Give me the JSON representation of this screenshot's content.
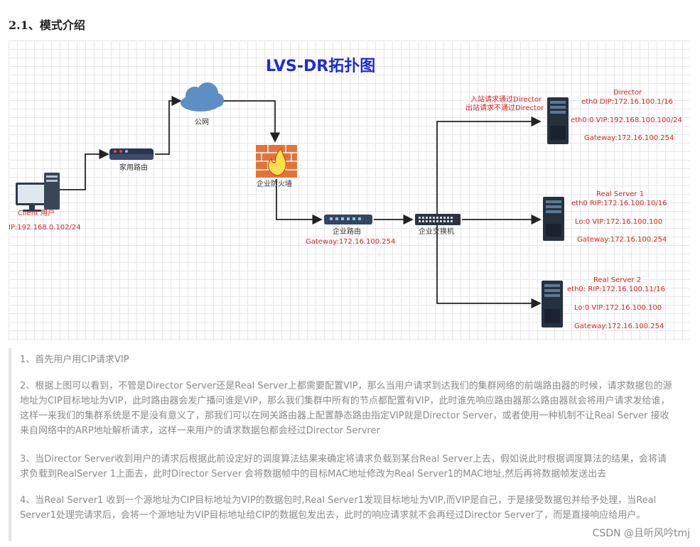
{
  "section": {
    "title": "2.1、模式介绍"
  },
  "diagram": {
    "title": "LVS-DR拓扑图",
    "client": {
      "name": "Client 用户",
      "ip": "IP:192.168.0.102/24"
    },
    "home_router": "家用路由",
    "internet": "公网",
    "firewall": "企业防火墙",
    "corp_router": {
      "name": "企业路由",
      "gateway": "Gateway:172.16.100.254"
    },
    "switch": "企业交换机",
    "director": {
      "note1": "入站请求通过Director",
      "note2": "出站请求不通过Director",
      "name": "Director",
      "eth0": "eth0   DIP:172.16.100.1/16",
      "eth00": "eth0:0     VIP:192.168.100.100/24",
      "gateway": "Gateway:172.16.100.254"
    },
    "rs1": {
      "name": "Real Server 1",
      "eth0": "eth0   RIP:172.16.100.10/16",
      "lo": "Lo:0    VIP:172.16.100.100",
      "gateway": "Gateway:172.16.100.254"
    },
    "rs2": {
      "name": "Real Server 2",
      "eth0": "eth0:   RIP:172.16.100.11/16",
      "lo": "Lo:0    VIP:172.16.100.100",
      "gateway": "Gateway:172.16.100.254"
    }
  },
  "paragraphs": {
    "p1": "1、首先用户用CIP请求VIP",
    "p2": "2、根据上图可以看到，不管是Director Server还是Real Server上都需要配置VIP，那么当用户请求到达我们的集群网络的前端路由器的时候，请求数据包的源地址为CIP目标地址为VIP，此时路由器会发广播问谁是VIP，那么我们集群中所有的节点都配置有VIP，此时谁先响应路由器那么路由器就会将用户请求发给谁，这样一来我们的集群系统是不是没有意义了，那我们可以在网关路由器上配置静态路由指定VIP就是Director Server，或者使用一种机制不让Real Server 接收来自网络中的ARP地址解析请求，这样一来用户的请求数据包都会经过Director Servrer",
    "p3": "3、当Director Server收到用户的请求后根据此前设定好的调度算法结果来确定将请求负载到某台Real Server上去，假如说此时根据调度算法的结果，会将请求负载到RealServer 1上面去，此时Director Server 会将数据帧中的目标MAC地址修改为Real Server1的MAC地址,然后再将数据帧发送出去",
    "p4": "4、当Real Server1 收到一个源地址为CIP目标地址为VIP的数据包时,Real Server1发现目标地址为VIP,而VIP是自己，于是接受数据包并给予处理，当Real Server1处理完请求后，会将一个源地址为VIP目标地址给CIP的数据包发出去，此时的响应请求就不会再经过Director Server了，而是直接响应给用户。"
  },
  "watermark": "CSDN @且听风吟tmj"
}
